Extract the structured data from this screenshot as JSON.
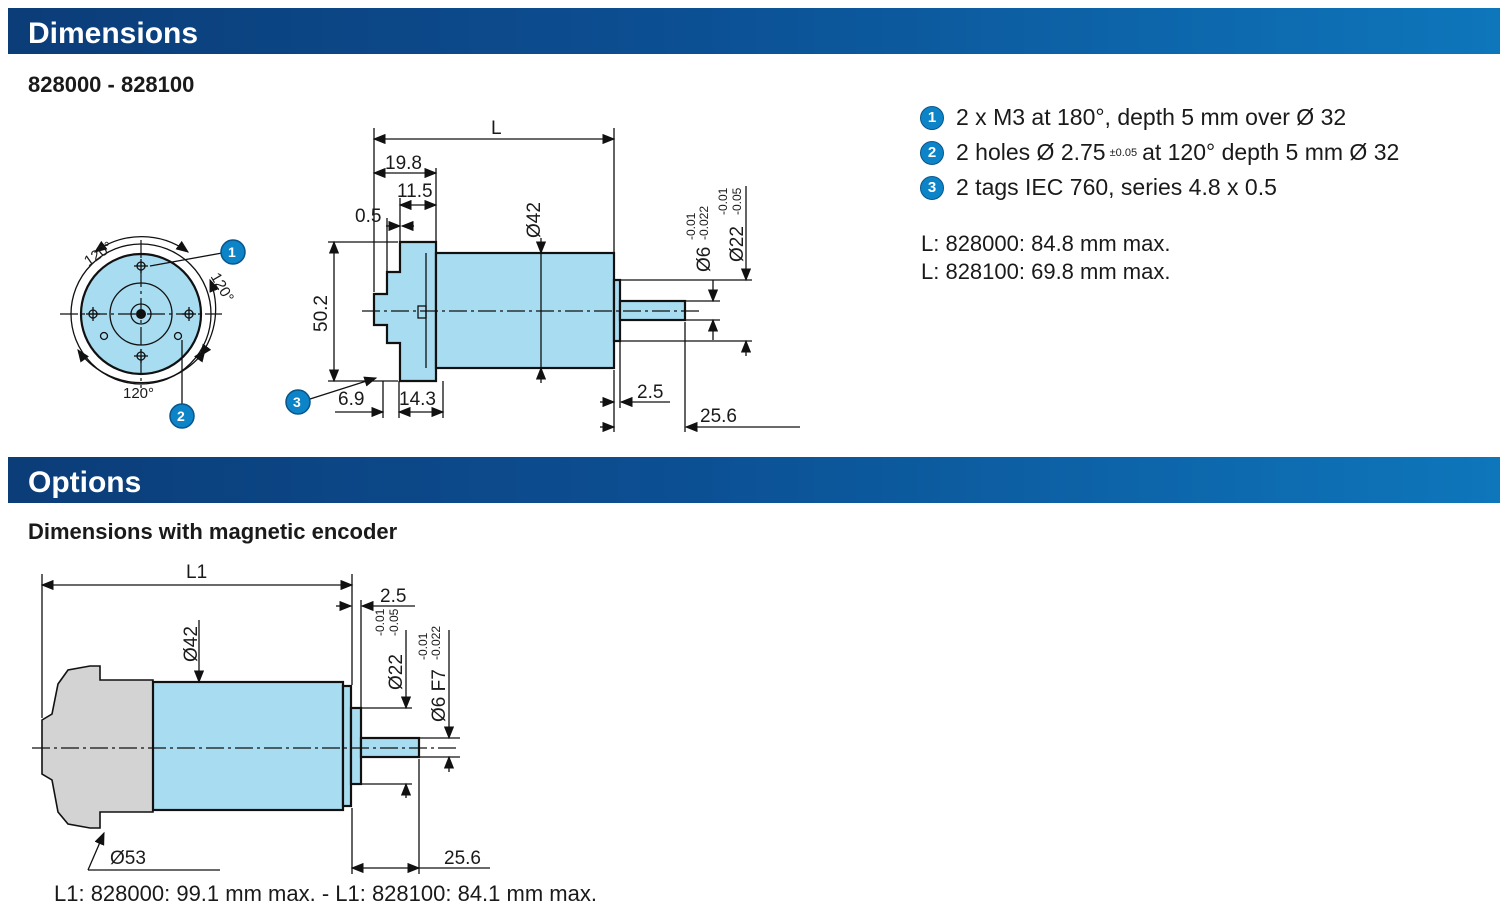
{
  "sections": {
    "dimensions_title": "Dimensions",
    "options_title": "Options"
  },
  "model_range": "828000 - 828100",
  "legend": [
    {
      "num": "1",
      "text": "2 x M3 at 180°, depth 5 mm over Ø 32"
    },
    {
      "num": "2",
      "text_before": "2 holes Ø 2.75",
      "tolerance": "±0.05",
      "text_after": "at 120° depth 5 mm Ø 32"
    },
    {
      "num": "3",
      "text": "2 tags IEC 760, series 4.8 x 0.5"
    }
  ],
  "length_notes": [
    "L: 828000: 84.8 mm max.",
    "L: 828100: 69.8 mm max."
  ],
  "drawing1": {
    "L": "L",
    "d19_8": "19.8",
    "d11_5": "11.5",
    "d0_5": "0.5",
    "d42": "Ø42",
    "d50_2": "50.2",
    "d6": "Ø6",
    "d6_tol_top": "-0.01",
    "d6_tol_bot": "-0.022",
    "d22": "Ø22",
    "d22_tol_top": "-0.01",
    "d22_tol_bot": "-0.05",
    "d2_5": "2.5",
    "d25_6": "25.6",
    "d6_9": "6.9",
    "d14_3": "14.3",
    "angle_a": "120°",
    "angle_b": "120°",
    "angle_c": "120°"
  },
  "encoder_subtitle": "Dimensions with magnetic encoder",
  "drawing2": {
    "L1": "L1",
    "d42": "Ø42",
    "d2_5": "2.5",
    "d22": "Ø22",
    "d22_tol_top": "-0.01",
    "d22_tol_bot": "-0.05",
    "d6f7": "Ø6 F7",
    "d6_tol_top": "-0.01",
    "d6_tol_bot": "-0.022",
    "d53": "Ø53",
    "d25_6": "25.6"
  },
  "encoder_note": "L1: 828000: 99.1 mm max. - L1: 828100: 84.1 mm max.",
  "colors": {
    "band_dark": "#0b3d78",
    "band_light": "#0e76bb",
    "motor_fill": "#a8dcf0",
    "badge": "#0d84c8",
    "encoder_grey": "#d3d3d3"
  }
}
